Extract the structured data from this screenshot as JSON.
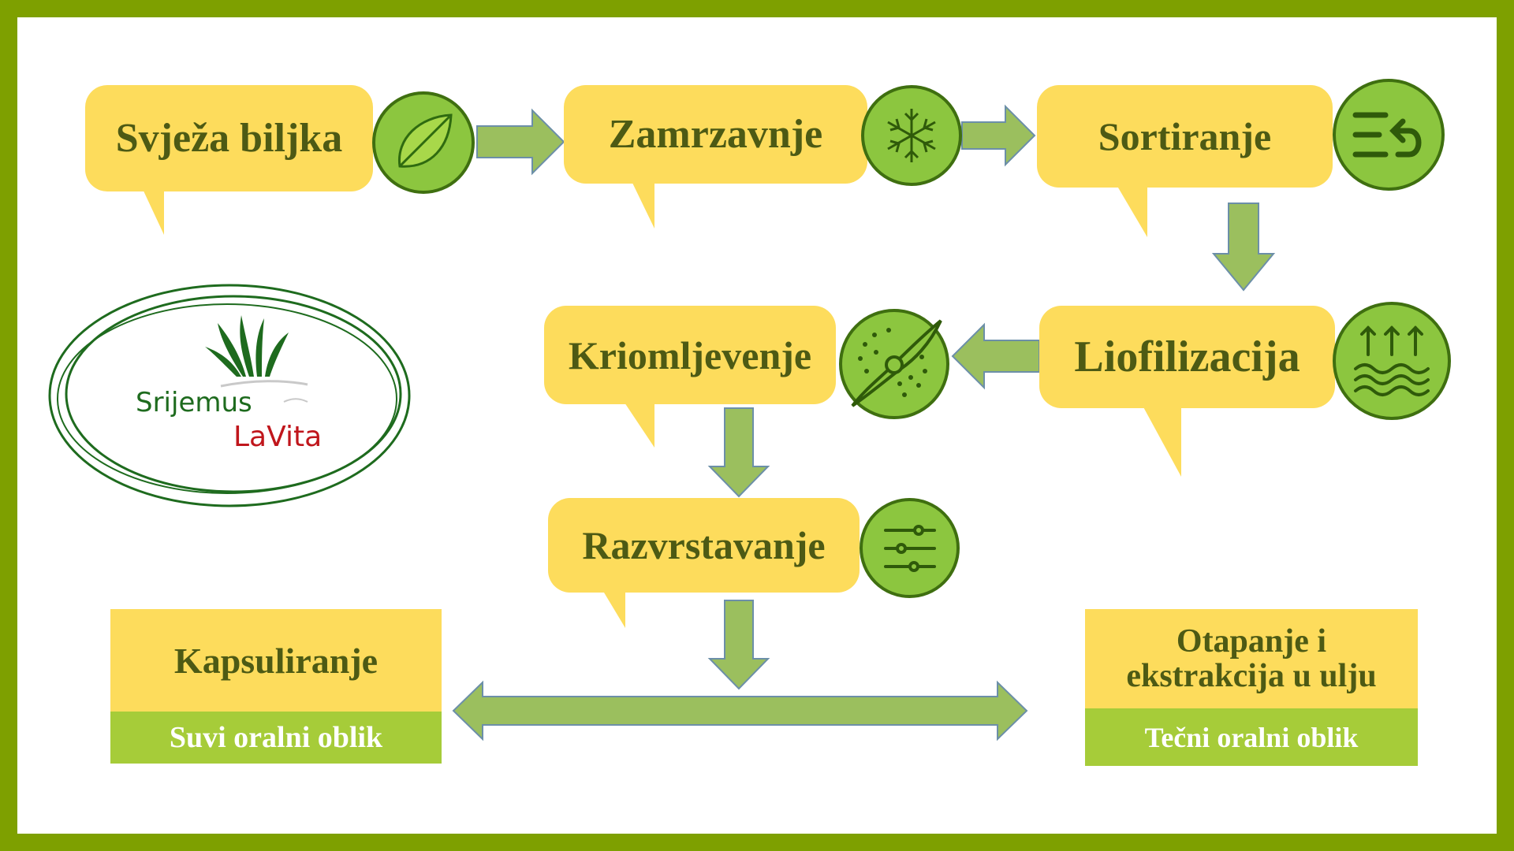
{
  "colors": {
    "frame": "#7ea000",
    "bubble": "#fddc5c",
    "text": "#4d5a14",
    "icon_fill": "#8cc63f",
    "icon_border": "#3f6f10",
    "arrow": "#9bbf5e",
    "subbar": "#a6cc39",
    "logo_green": "#1e6b1e",
    "logo_red": "#c0161c"
  },
  "steps": [
    {
      "label": "Svježa biljka",
      "icon": "leaf-icon"
    },
    {
      "label": "Zamrzavnje",
      "icon": "snowflake-icon"
    },
    {
      "label": "Sortiranje",
      "icon": "sort-return-icon"
    },
    {
      "label": "Liofilizacija",
      "icon": "evaporation-icon"
    },
    {
      "label": "Kriomljevenje",
      "icon": "mill-blade-icon"
    },
    {
      "label": "Razvrstavanje",
      "icon": "sliders-icon"
    }
  ],
  "outputs": [
    {
      "title": "Kapsuliranje",
      "subtitle": "Suvi oralni oblik"
    },
    {
      "title_line1": "Otapanje i",
      "title_line2": "ekstrakcija u ulju",
      "subtitle": "Tečni oralni oblik"
    }
  ],
  "logo": {
    "line1": "Srijemus",
    "line2": "LaVita"
  }
}
